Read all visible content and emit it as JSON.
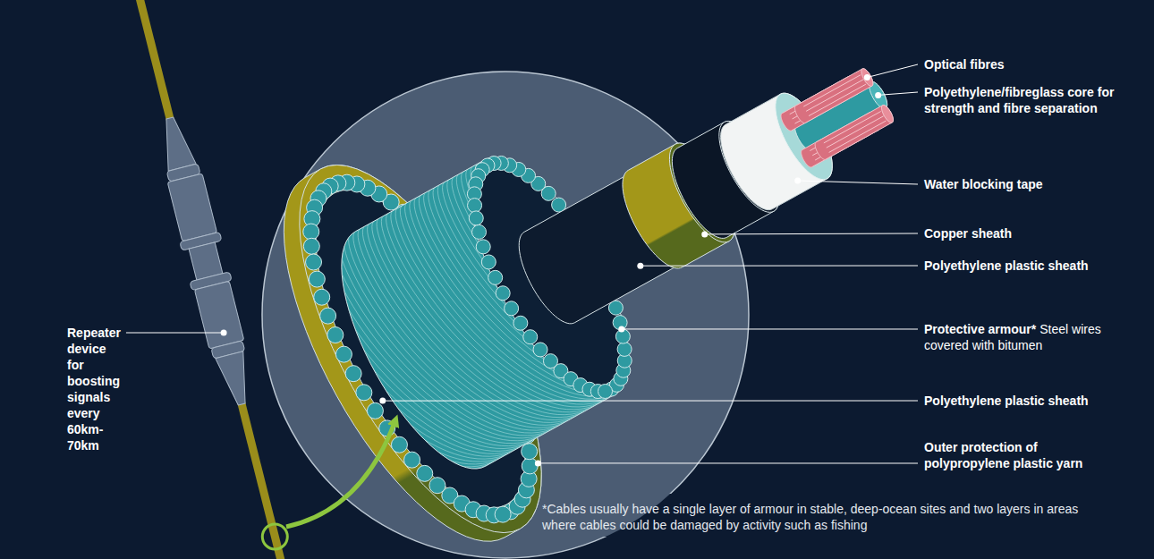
{
  "diagram": {
    "labels": [
      "Optical fibres",
      "Polyethylene/fibreglass core for strength and fibre separation",
      "Water blocking tape",
      "Copper sheath",
      "Polyethylene plastic sheath",
      "Protective armour*",
      "Steel wires covered with bitumen",
      "Polyethylene plastic sheath",
      "Outer protection of polypropylene plastic yarn",
      "Repeater device for boosting signals every 60km-70km",
      "*Cables usually have a single layer of armour in stable, deep-ocean sites and two layers in areas where cables could be damaged by activity such as fishing"
    ]
  }
}
